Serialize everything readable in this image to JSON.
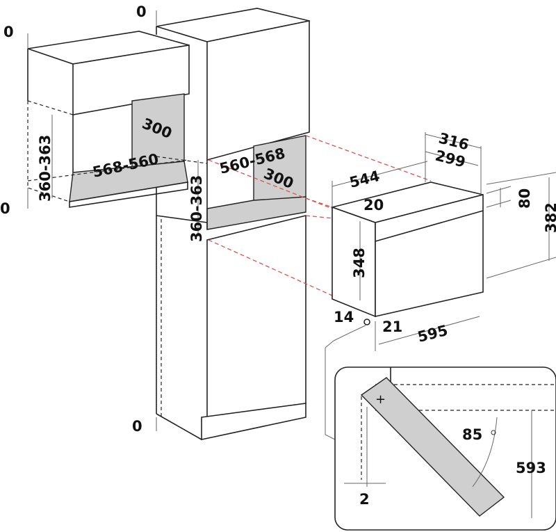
{
  "labels": {
    "zero_top": "0",
    "zero_left_top": "0",
    "zero_left_bottom": "0",
    "zero_bottom": "0",
    "wall_height": "360-363",
    "wall_width": "568-560",
    "wall_depth": "300",
    "tall_width": "560-568",
    "tall_depth": "300",
    "tall_height": "360-363",
    "oven_depth_body": "544",
    "oven_depth_total": "316",
    "oven_depth_front": "299",
    "oven_top_offset": "20",
    "oven_panel_height": "80",
    "oven_total_height": "382",
    "oven_body_height": "348",
    "oven_bottom_offset": "14",
    "oven_side_offset": "21",
    "oven_width": "595",
    "door_angle": "85",
    "door_open_height": "593",
    "door_gap": "2"
  },
  "colors": {
    "guide_line": "#d9534f",
    "niche_fill": "#cfcfcf"
  }
}
